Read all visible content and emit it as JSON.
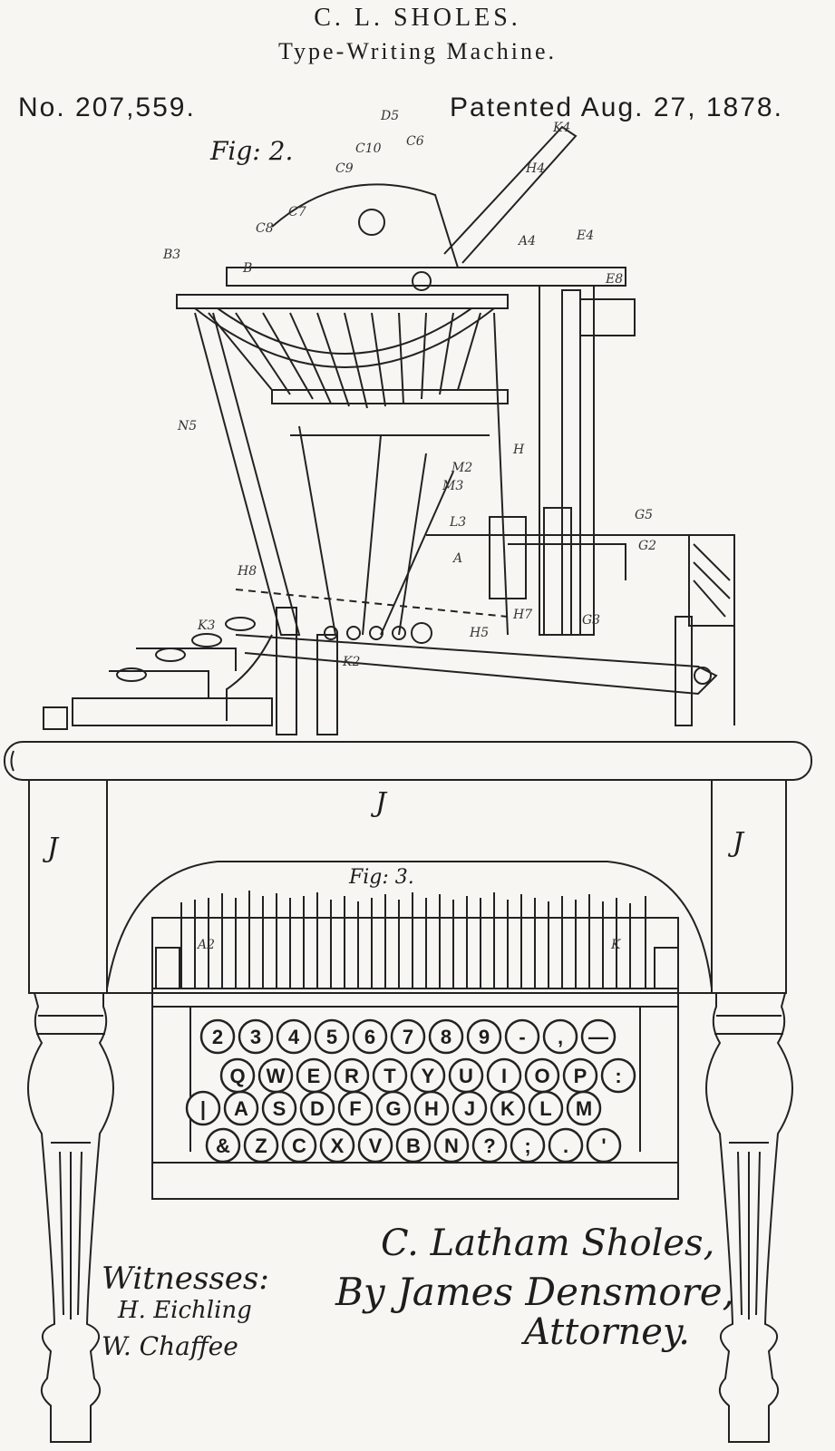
{
  "header": {
    "inventor": "C. L. SHOLES.",
    "title": "Type-Writing Machine.",
    "patent_number": "No. 207,559.",
    "patent_date": "Patented Aug. 27, 1878."
  },
  "figures": {
    "fig2": "Fig: 2.",
    "fig3": "Fig: 3."
  },
  "reference_letters": {
    "table_front": "J",
    "table_left": "J",
    "table_right": "J",
    "labels": [
      "D5",
      "C10",
      "C6",
      "C9",
      "C7",
      "C8",
      "B3",
      "B",
      "A4",
      "E4",
      "E8",
      "H4",
      "K4",
      "N5",
      "M2",
      "M3",
      "L3",
      "A",
      "H",
      "G5",
      "G2",
      "G3",
      "H8",
      "K3",
      "K2",
      "H5",
      "H7",
      "A2",
      "K"
    ]
  },
  "keyboard": {
    "rows": [
      [
        "2",
        "3",
        "4",
        "5",
        "6",
        "7",
        "8",
        "9",
        "-",
        ",",
        "—"
      ],
      [
        "Q",
        "W",
        "E",
        "R",
        "T",
        "Y",
        "U",
        "I",
        "O",
        "P",
        ":"
      ],
      [
        "|",
        "A",
        "S",
        "D",
        "F",
        "G",
        "H",
        "J",
        "K",
        "L",
        "M"
      ],
      [
        "&",
        "Z",
        "C",
        "X",
        "V",
        "B",
        "N",
        "?",
        ";",
        ".",
        "'"
      ]
    ]
  },
  "signatures": {
    "witnesses_label": "Witnesses:",
    "witness_1": "H. Eichling",
    "witness_2": "W. Chaffee",
    "inventor_signature": "C. Latham Sholes,",
    "attorney_signature": "By James Densmore,",
    "attorney_label": "Attorney."
  },
  "colors": {
    "paper": "#f7f6f2",
    "ink": "#1d1d1d"
  }
}
